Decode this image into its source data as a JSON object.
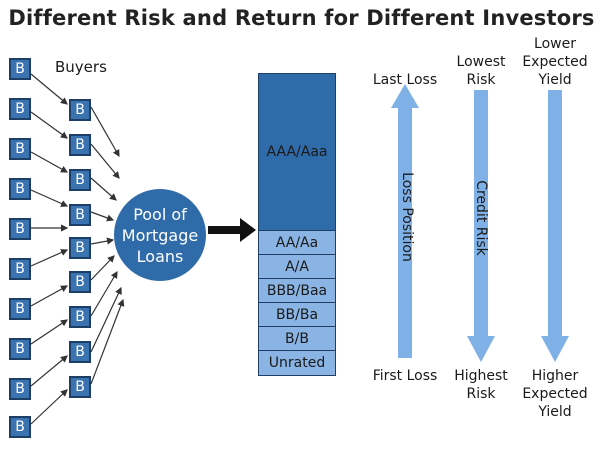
{
  "title": "Different Risk and Return for Different Investors",
  "buyers": {
    "label": "Buyers",
    "badge": "B"
  },
  "pool": {
    "line1": "Pool of",
    "line2": "Mortgage",
    "line3": "Loans"
  },
  "tranches": [
    "AAA/Aaa",
    "AA/Aa",
    "A/A",
    "BBB/Baa",
    "BB/Ba",
    "B/B",
    "Unrated"
  ],
  "arrows": {
    "loss_position": {
      "label": "Loss Position",
      "top_label": "Last Loss",
      "bottom_label": "First Loss"
    },
    "credit_risk": {
      "label": "Credit Risk",
      "top_label_1": "Lowest",
      "top_label_2": "Risk",
      "bottom_label_1": "Highest",
      "bottom_label_2": "Risk"
    },
    "yield": {
      "top_label_1": "Lower",
      "top_label_2": "Expected",
      "top_label_3": "Yield",
      "bottom_label_1": "Higher",
      "bottom_label_2": "Expected",
      "bottom_label_3": "Yield"
    }
  },
  "colors": {
    "dark_blue": "#2f6ba8",
    "light_blue": "#8ab4e3",
    "arrow_blue": "#7fb0e6"
  }
}
